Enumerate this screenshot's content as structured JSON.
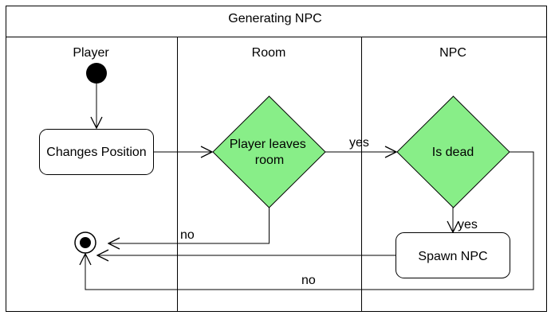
{
  "title": "Generating NPC",
  "lanes": [
    {
      "label": "Player"
    },
    {
      "label": "Room"
    },
    {
      "label": "NPC"
    }
  ],
  "nodes": {
    "changes_position": {
      "label": "Changes Position"
    },
    "player_leaves_room": {
      "line1": "Player leaves",
      "line2": "room"
    },
    "is_dead": {
      "label": "Is dead"
    },
    "spawn_npc": {
      "label": "Spawn NPC"
    }
  },
  "edges": {
    "yes_to_is_dead": "yes",
    "yes_to_spawn": "yes",
    "no_from_room": "no",
    "no_from_is_dead": "no"
  },
  "colors": {
    "decision_fill": "#88ee88",
    "line": "#000000",
    "background": "#ffffff"
  }
}
